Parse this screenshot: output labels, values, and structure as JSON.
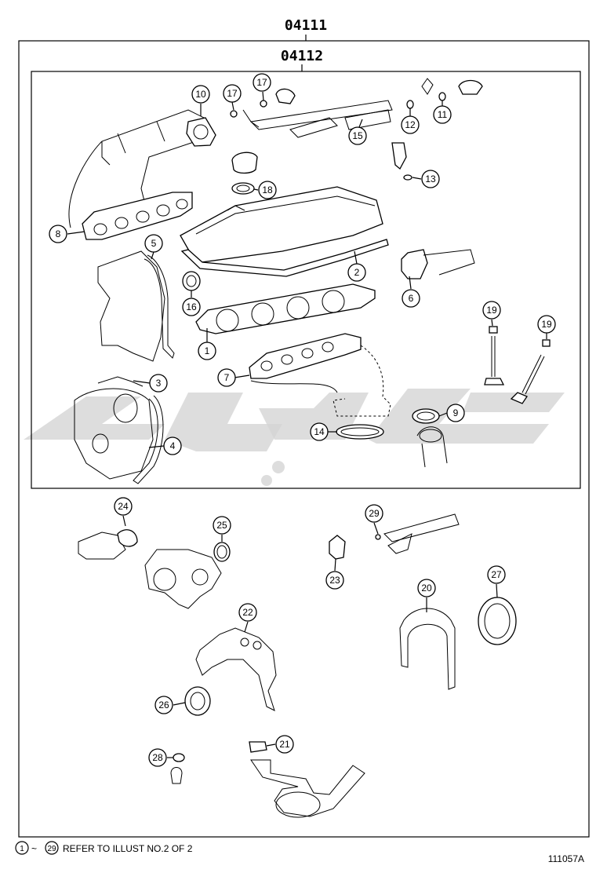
{
  "assembly_code_outer": "04111",
  "assembly_code_inner": "04112",
  "callouts": [
    {
      "id": "c1",
      "label": "1"
    },
    {
      "id": "c2",
      "label": "2"
    },
    {
      "id": "c3",
      "label": "3"
    },
    {
      "id": "c4",
      "label": "4"
    },
    {
      "id": "c5",
      "label": "5"
    },
    {
      "id": "c6",
      "label": "6"
    },
    {
      "id": "c7",
      "label": "7"
    },
    {
      "id": "c8",
      "label": "8"
    },
    {
      "id": "c9",
      "label": "9"
    },
    {
      "id": "c10",
      "label": "10"
    },
    {
      "id": "c11",
      "label": "11"
    },
    {
      "id": "c12",
      "label": "12"
    },
    {
      "id": "c13",
      "label": "13"
    },
    {
      "id": "c14",
      "label": "14"
    },
    {
      "id": "c15",
      "label": "15"
    },
    {
      "id": "c16",
      "label": "16"
    },
    {
      "id": "c17a",
      "label": "17"
    },
    {
      "id": "c17b",
      "label": "17"
    },
    {
      "id": "c18",
      "label": "18"
    },
    {
      "id": "c19a",
      "label": "19"
    },
    {
      "id": "c19b",
      "label": "19"
    },
    {
      "id": "c20",
      "label": "20"
    },
    {
      "id": "c21",
      "label": "21"
    },
    {
      "id": "c22",
      "label": "22"
    },
    {
      "id": "c23",
      "label": "23"
    },
    {
      "id": "c24",
      "label": "24"
    },
    {
      "id": "c25",
      "label": "25"
    },
    {
      "id": "c26",
      "label": "26"
    },
    {
      "id": "c27",
      "label": "27"
    },
    {
      "id": "c28",
      "label": "28"
    },
    {
      "id": "c29",
      "label": "29"
    }
  ],
  "footer": {
    "range_start": "1",
    "range_tilde": "~",
    "range_end": "29",
    "note": "REFER TO ILLUST NO.2 OF 2",
    "illustration_id": "111057A"
  },
  "colors": {
    "line": "#000000",
    "background": "#ffffff",
    "watermark": "#d4d4d4"
  }
}
